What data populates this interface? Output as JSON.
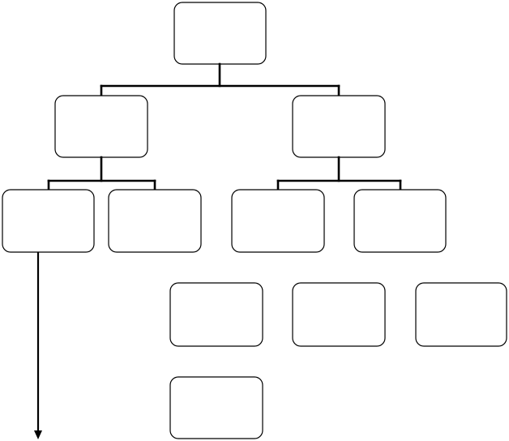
{
  "diagram": {
    "type": "hierarchy",
    "nodes": [
      {
        "id": "root",
        "label": ""
      },
      {
        "id": "level1-left",
        "label": ""
      },
      {
        "id": "level1-right",
        "label": ""
      },
      {
        "id": "level2-a",
        "label": ""
      },
      {
        "id": "level2-b",
        "label": ""
      },
      {
        "id": "level2-c",
        "label": ""
      },
      {
        "id": "level2-d",
        "label": ""
      },
      {
        "id": "row3-a",
        "label": ""
      },
      {
        "id": "row3-b",
        "label": ""
      },
      {
        "id": "row3-c",
        "label": ""
      },
      {
        "id": "row4-a",
        "label": ""
      }
    ],
    "edges": [
      {
        "from": "root",
        "to": "level1-left"
      },
      {
        "from": "root",
        "to": "level1-right"
      },
      {
        "from": "level1-left",
        "to": "level2-a"
      },
      {
        "from": "level1-left",
        "to": "level2-b"
      },
      {
        "from": "level1-right",
        "to": "level2-c"
      },
      {
        "from": "level1-right",
        "to": "level2-d"
      }
    ],
    "arrow": {
      "from": "level2-a",
      "direction": "down"
    }
  }
}
